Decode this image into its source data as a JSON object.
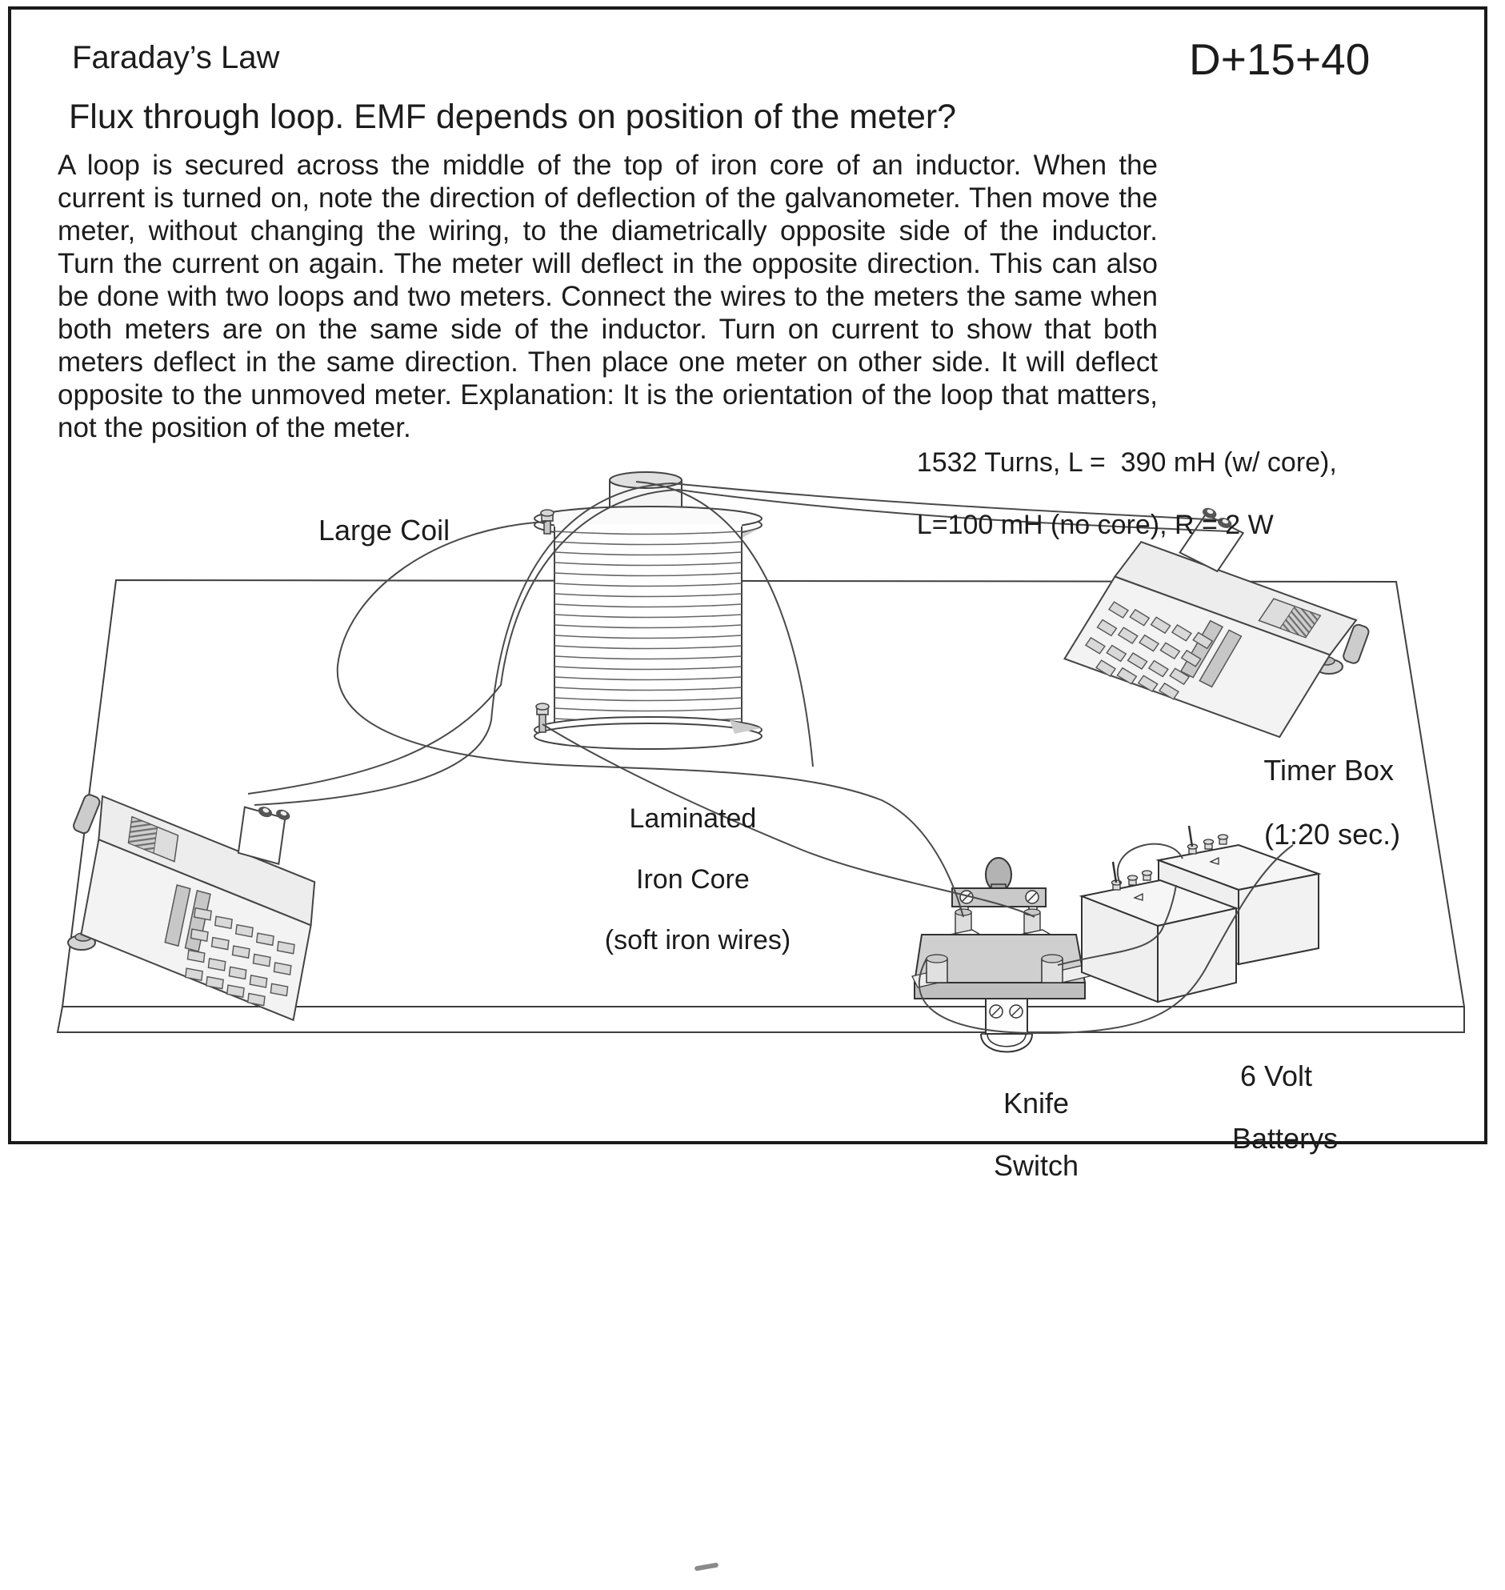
{
  "page": {
    "title": "Faraday’s Law",
    "catalog_number": "D+15+40",
    "subtitle": "Flux through loop. EMF depends on position of the meter?",
    "description": "A loop is secured across the middle of the top of iron core of an inductor. When the current is turned on, note the direction of deflection of the galvanometer. Then move the meter, without changing the wiring, to the diametrically opposite side of the inductor. Turn the current on again. The meter will deflect in the opposite direction. This can also be done with two loops and two meters. Connect the wires to the meters the same when both meters are on the same side of the inductor. Turn on current to show that both meters deflect in the same direction. Then place one meter on other side. It will deflect opposite to the unmoved meter. Explanation: It is the orientation of the loop that matters, not the position of the meter."
  },
  "diagram": {
    "labels": {
      "large_coil": "Large Coil",
      "coil_specs_line1": "1532 Turns, L =  390 mH (w/ core),",
      "coil_specs_line2": "L=100 mH (no core), R = 2 W",
      "iron_core_line1": "Laminated",
      "iron_core_line2": "Iron Core",
      "iron_core_line3": "(soft iron wires)",
      "timer_box_line1": "Timer Box",
      "timer_box_line2": "(1:20 sec.)",
      "knife_switch_line1": "Knife",
      "knife_switch_line2": "Switch",
      "battery_line1": "6 Volt",
      "battery_line2": "Batterys"
    },
    "colors": {
      "ink": "#1c1c1c",
      "stroke": "#3f3f3f",
      "device_fill": "#f2f2f2",
      "button_fill": "#d9d9d9",
      "base_fill": "#cfcfcf"
    }
  }
}
